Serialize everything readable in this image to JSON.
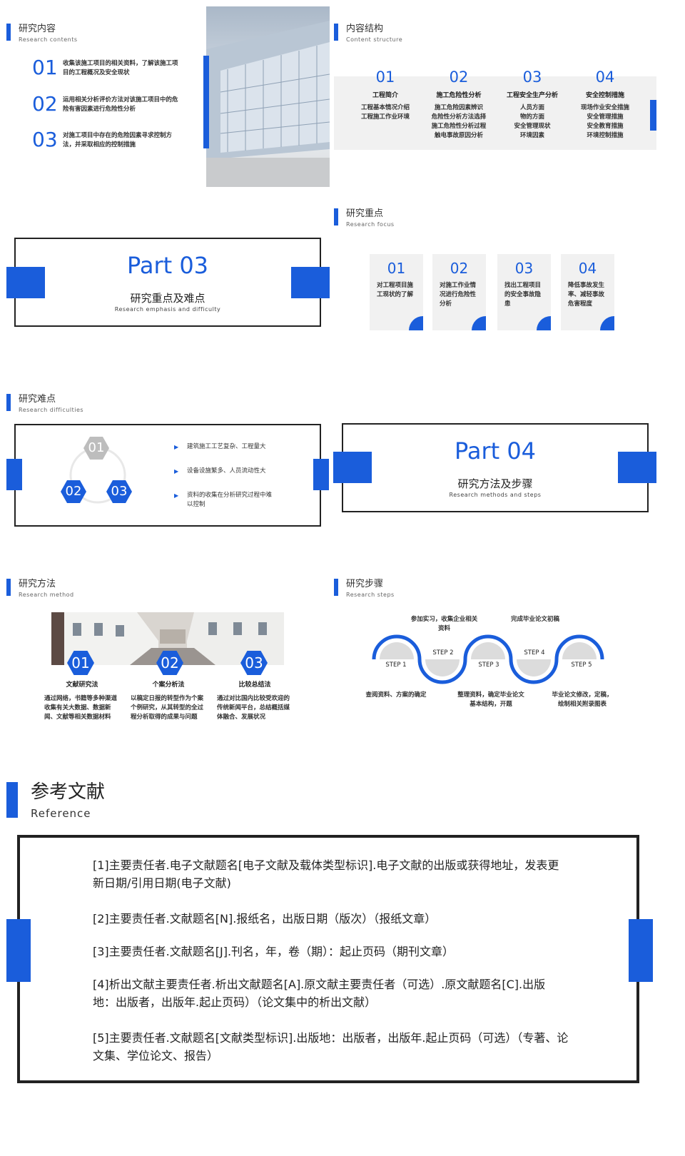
{
  "contents": {
    "title": "研究内容",
    "subtitle": "Research contents",
    "items": [
      {
        "num": "01",
        "text": "收集该施工项目的相关资料，了解该施工项目的工程概况及安全现状"
      },
      {
        "num": "02",
        "text": "运用相关分析评价方法对该施工项目中的危险有害因素进行危险性分析"
      },
      {
        "num": "03",
        "text": "对施工项目中存在的危险因素寻求控制方法，并采取相应的控制措施"
      }
    ]
  },
  "structure": {
    "title": "内容结构",
    "subtitle": "Content structure",
    "cols": [
      {
        "num": "01",
        "head": "工程简介",
        "lines": [
          "工程基本情况介绍",
          "工程施工作业环境"
        ]
      },
      {
        "num": "02",
        "head": "施工危险性分析",
        "lines": [
          "施工危险因素辨识",
          "危险性分析方法选择",
          "施工危险性分析过程",
          "触电事故原因分析"
        ]
      },
      {
        "num": "03",
        "head": "工程安全生产分析",
        "lines": [
          "人员方面",
          "物的方面",
          "安全管理现状",
          "环境因素"
        ]
      },
      {
        "num": "04",
        "head": "安全控制措施",
        "lines": [
          "现场作业安全措施",
          "安全管理措施",
          "安全教育措施",
          "环境控制措施"
        ]
      }
    ]
  },
  "part03": {
    "part": "Part 03",
    "title": "研究重点及难点",
    "subtitle": "Research emphasis and difficulty"
  },
  "focus": {
    "title": "研究重点",
    "subtitle": "Research focus",
    "cards": [
      {
        "num": "01",
        "text": "对工程项目施工现状的了解"
      },
      {
        "num": "02",
        "text": "对施工作业情况进行危险性分析"
      },
      {
        "num": "03",
        "text": "找出工程项目的安全事故隐患"
      },
      {
        "num": "04",
        "text": "降低事故发生率、减轻事故危害程度"
      }
    ]
  },
  "difficulties": {
    "title": "研究难点",
    "subtitle": "Research difficulties",
    "hexes": [
      "01",
      "02",
      "03"
    ],
    "items": [
      "建筑施工工艺复杂、工程量大",
      "设备设施繁多、人员流动性大",
      "资料的收集在分析研究过程中难以控制"
    ]
  },
  "part04": {
    "part": "Part 04",
    "title": "研究方法及步骤",
    "subtitle": "Research methods and steps"
  },
  "method": {
    "title": "研究方法",
    "subtitle": "Research method",
    "items": [
      {
        "num": "01",
        "head": "文献研究法",
        "text": "通过网络，书籍等多种渠道收集有关大数据、数据新闻、文献等相关数据材料"
      },
      {
        "num": "02",
        "head": "个案分析法",
        "text": "以稿定日报的转型作为个案个例研究，从其转型的全过程分析取得的成果与问题"
      },
      {
        "num": "03",
        "head": "比较总结法",
        "text": "通过对比国内比较受欢迎的传统新闻平台，总结概括媒体融合、发展状况"
      }
    ]
  },
  "steps": {
    "title": "研究步骤",
    "subtitle": "Research steps",
    "labels": [
      "STEP 1",
      "STEP 2",
      "STEP 3",
      "STEP 4",
      "STEP 5"
    ],
    "top_notes": [
      "参加实习，收集企业相关资料",
      "完成毕业论文初稿"
    ],
    "bottom_notes": [
      "查阅资料、方案的确定",
      "整理资料，确定毕业论文基本结构，开题",
      "毕业论文修改，定稿，绘制相关附录图表"
    ]
  },
  "reference": {
    "title": "参考文献",
    "subtitle": "Reference",
    "items": [
      "[1]主要责任者.电子文献题名[电子文献及载体类型标识].电子文献的出版或获得地址，发表更新日期/引用日期(电子文献)",
      "[2]主要责任者.文献题名[N].报纸名，出版日期（版次）（报纸文章）",
      "[3]主要责任者.文献题名[J].刊名，年，卷（期）：起止页码（期刊文章）",
      "[4]析出文献主要责任者.析出文献题名[A].原文献主要责任者（可选）.原文献题名[C].出版地：出版者，出版年.起止页码）（论文集中的析出文献）",
      "[5]主要责任者.文献题名[文献类型标识].出版地：出版者，出版年.起止页码（可选）（专著、论文集、学位论文、报告）"
    ]
  },
  "colors": {
    "accent": "#1a5ddb",
    "card": "#f1f1f1",
    "frame": "#222222"
  }
}
